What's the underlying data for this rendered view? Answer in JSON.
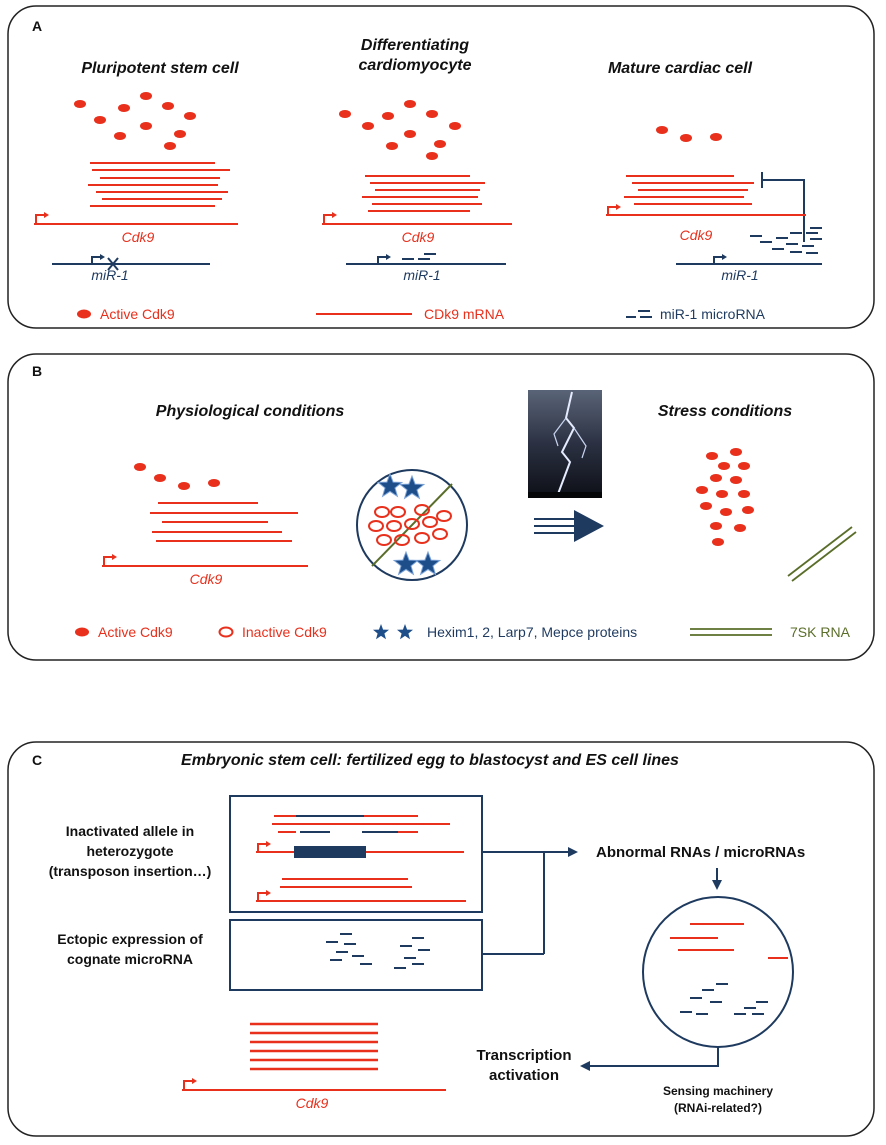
{
  "panelA": {
    "letter": "A",
    "col1": {
      "title": "Pluripotent stem cell",
      "gene": "Cdk9",
      "mir": "miR-1"
    },
    "col2": {
      "title_line1": "Differentiating",
      "title_line2": "cardiomyocyte",
      "gene": "Cdk9",
      "mir": "miR-1"
    },
    "col3": {
      "title": "Mature cardiac cell",
      "gene": "Cdk9",
      "mir": "miR-1"
    },
    "legend": {
      "active": "Active Cdk9",
      "mrna": "CDk9 mRNA",
      "microrna": "miR-1 microRNA"
    }
  },
  "panelB": {
    "letter": "B",
    "left_title": "Physiological conditions",
    "right_title": "Stress conditions",
    "gene": "Cdk9",
    "legend": {
      "active": "Active Cdk9",
      "inactive": "Inactive Cdk9",
      "proteins": "Hexim1, 2, Larp7, Mepce  proteins",
      "rna": "7SK RNA"
    }
  },
  "panelC": {
    "letter": "C",
    "title": "Embryonic stem cell: fertilized egg to blastocyst and ES cell lines",
    "inactivated_line1": "Inactivated allele in",
    "inactivated_line2": "heterozygote",
    "inactivated_line3": "(transposon insertion…)",
    "ectopic_line1": "Ectopic expression of",
    "ectopic_line2": "cognate microRNA",
    "abnormal": "Abnormal RNAs / microRNAs",
    "transcription_line1": "Transcription",
    "transcription_line2": "activation",
    "sensing_line1": "Sensing machinery",
    "sensing_line2": "(RNAi-related?)",
    "gene": "Cdk9"
  },
  "colors": {
    "red": "#e8301c",
    "navy": "#1e3a5f",
    "olive": "#5a6e2a"
  }
}
